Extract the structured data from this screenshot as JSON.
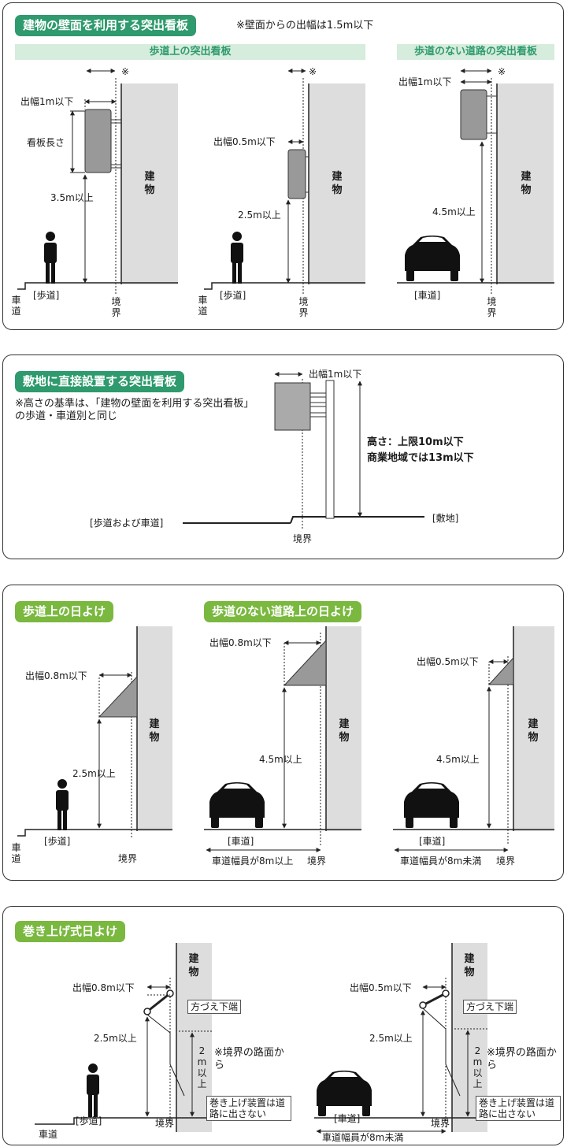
{
  "panel1": {
    "title": "建物の壁面を利用する突出看板",
    "note": "※壁面からの出幅は1.5m以下",
    "band_sidewalk": "歩道上の突出看板",
    "band_nosidewalk": "歩道のない道路の突出看板",
    "fig_a": {
      "mark": "※",
      "width": "出幅1m以下",
      "length": "看板長さ",
      "height": "3.5m以上",
      "building": "建物",
      "ground": "[歩道]",
      "road": "車道",
      "boundary": "境界"
    },
    "fig_b": {
      "mark": "※",
      "width": "出幅0.5m以下",
      "height": "2.5m以上",
      "building": "建物",
      "ground": "[歩道]",
      "road": "車道",
      "boundary": "境界"
    },
    "fig_c": {
      "mark": "※",
      "width": "出幅1m以下",
      "height": "4.5m以上",
      "building": "建物",
      "ground": "[車道]",
      "boundary": "境界"
    }
  },
  "panel2": {
    "title": "敷地に直接設置する突出看板",
    "note": "※高さの基準は、「建物の壁面を利用する突出看板」の歩道・車道別と同じ",
    "width": "出幅1m以下",
    "height_line1": "高さ：上限10m以下",
    "height_line2": "商業地域では13m以下",
    "left_ground": "[歩道および車道]",
    "right_ground": "[敷地]",
    "boundary": "境界"
  },
  "panel3": {
    "title_a": "歩道上の日よけ",
    "title_b": "歩道のない道路上の日よけ",
    "fig_a": {
      "width": "出幅0.8m以下",
      "height": "2.5m以上",
      "building": "建物",
      "ground": "[歩道]",
      "road": "車道",
      "boundary": "境界"
    },
    "fig_b": {
      "width": "出幅0.8m以下",
      "height": "4.5m以上",
      "building": "建物",
      "ground": "[車道]",
      "road_width": "車道幅員が8m以上",
      "boundary": "境界"
    },
    "fig_c": {
      "width": "出幅0.5m以下",
      "height": "4.5m以上",
      "building": "建物",
      "ground": "[車道]",
      "road_width": "車道幅員が8m未満",
      "boundary": "境界"
    }
  },
  "panel4": {
    "title": "巻き上げ式日よけ",
    "fig_a": {
      "building": "建物",
      "width": "出幅0.8m以下",
      "frame_bottom": "方づえ下端",
      "height": "2.5m以上",
      "clearance": "2m以上",
      "note": "※境界の路面から",
      "device": "巻き上げ装置は道路に出さない",
      "ground": "[歩道]",
      "road": "車道",
      "boundary": "境界"
    },
    "fig_b": {
      "building": "建物",
      "width": "出幅0.5m以下",
      "frame_bottom": "方づえ下端",
      "height": "2.5m以上",
      "clearance": "2m以上",
      "note": "※境界の路面から",
      "device": "巻き上げ装置は道路に出さない",
      "ground": "[車道]",
      "road_width": "車道幅員が8m未満",
      "boundary": "境界"
    }
  }
}
